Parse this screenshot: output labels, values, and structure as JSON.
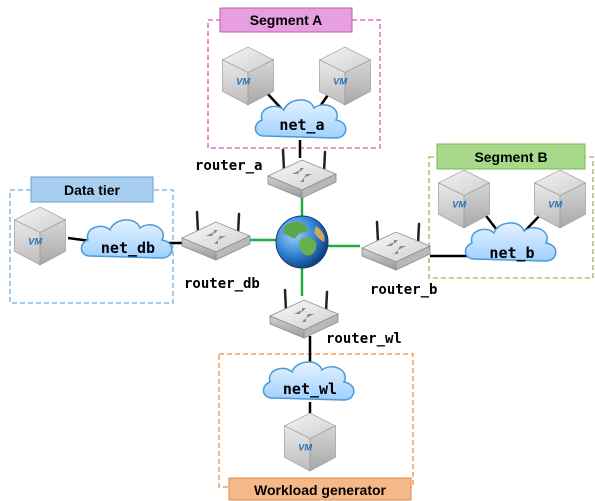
{
  "segments": {
    "a": {
      "title": "Segment A",
      "color": "#e070c0",
      "title_bg": "#e6a0e0"
    },
    "b": {
      "title": "Segment B",
      "color": "#9acd6a",
      "title_bg": "#a8d88a"
    },
    "data": {
      "title": "Data tier",
      "color": "#8ab8e0",
      "title_bg": "#a8cff0"
    },
    "wl": {
      "title": "Workload generator",
      "color": "#f0a060",
      "title_bg": "#f5b888"
    }
  },
  "networks": {
    "net_a": "net_a",
    "net_b": "net_b",
    "net_db": "net_db",
    "net_wl": "net_wl"
  },
  "routers": {
    "router_a": "router_a",
    "router_b": "router_b",
    "router_db": "router_db",
    "router_wl": "router_wl"
  },
  "vm_label": "VM",
  "colors": {
    "link_green": "#22aa44",
    "link_black": "#000000",
    "cloud_fill": "#bfe0ff",
    "cloud_edge": "#4a9ad8"
  }
}
